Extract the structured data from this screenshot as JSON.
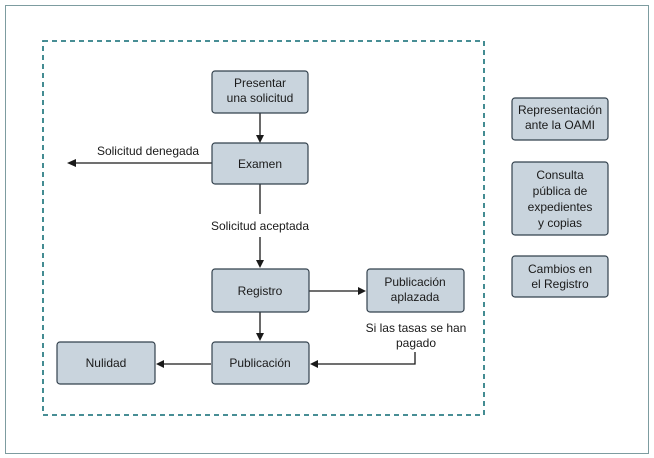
{
  "colors": {
    "node_fill": "#c9d4dd",
    "node_border": "#33414d",
    "dashed_frame": "#2f7f86",
    "outer_frame": "#7d9ca0",
    "line": "#1a1a1a"
  },
  "nodes": {
    "presentar": "Presentar\nuna solicitud",
    "examen": "Examen",
    "registro": "Registro",
    "publicacion_aplazada": "Publicación\naplazada",
    "publicacion": "Publicación",
    "nulidad": "Nulidad",
    "representacion": "Representación\nante la OAMI",
    "consulta": "Consulta\npública de\nexpedientes\ny copias",
    "cambios": "Cambios en\nel Registro"
  },
  "edge_labels": {
    "denegada": "Solicitud denegada",
    "aceptada": "Solicitud aceptada",
    "tasas": "Si las tasas se han\npagado"
  }
}
